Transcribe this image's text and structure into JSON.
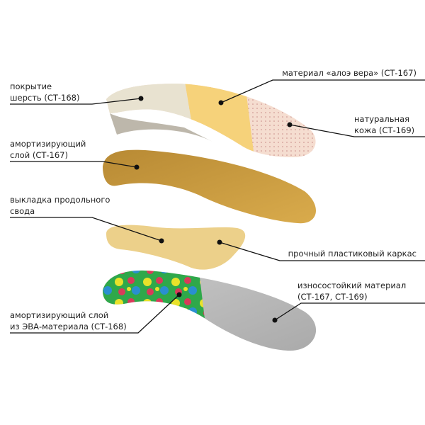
{
  "labels": {
    "wool_cover": [
      "покрытие",
      "шерсть (СТ-168)"
    ],
    "aloe_material": [
      "материал «алоэ вера» (СТ-167)"
    ],
    "natural_leather": [
      "натуральная",
      "кожа (СТ-169)"
    ],
    "cushion_layer": [
      "амортизирующий",
      "слой (СТ-167)"
    ],
    "arch_support": [
      "выкладка продольного",
      "свода"
    ],
    "plastic_frame": [
      "прочный пластиковый каркас"
    ],
    "wear_resistant": [
      "износостойкий материал",
      "(СТ-167, СТ-169)"
    ],
    "eva_layer": [
      "амортизирующий слой",
      "из ЭВА-материала (СТ-168)"
    ]
  },
  "colors": {
    "wool": "#e8e2d0",
    "aloe": "#f6d27a",
    "leather": "#f5ddd0",
    "cushion": "#c99a3e",
    "frame": "#ecd08a",
    "grey": "#b8b8b8",
    "line": "#111111"
  }
}
